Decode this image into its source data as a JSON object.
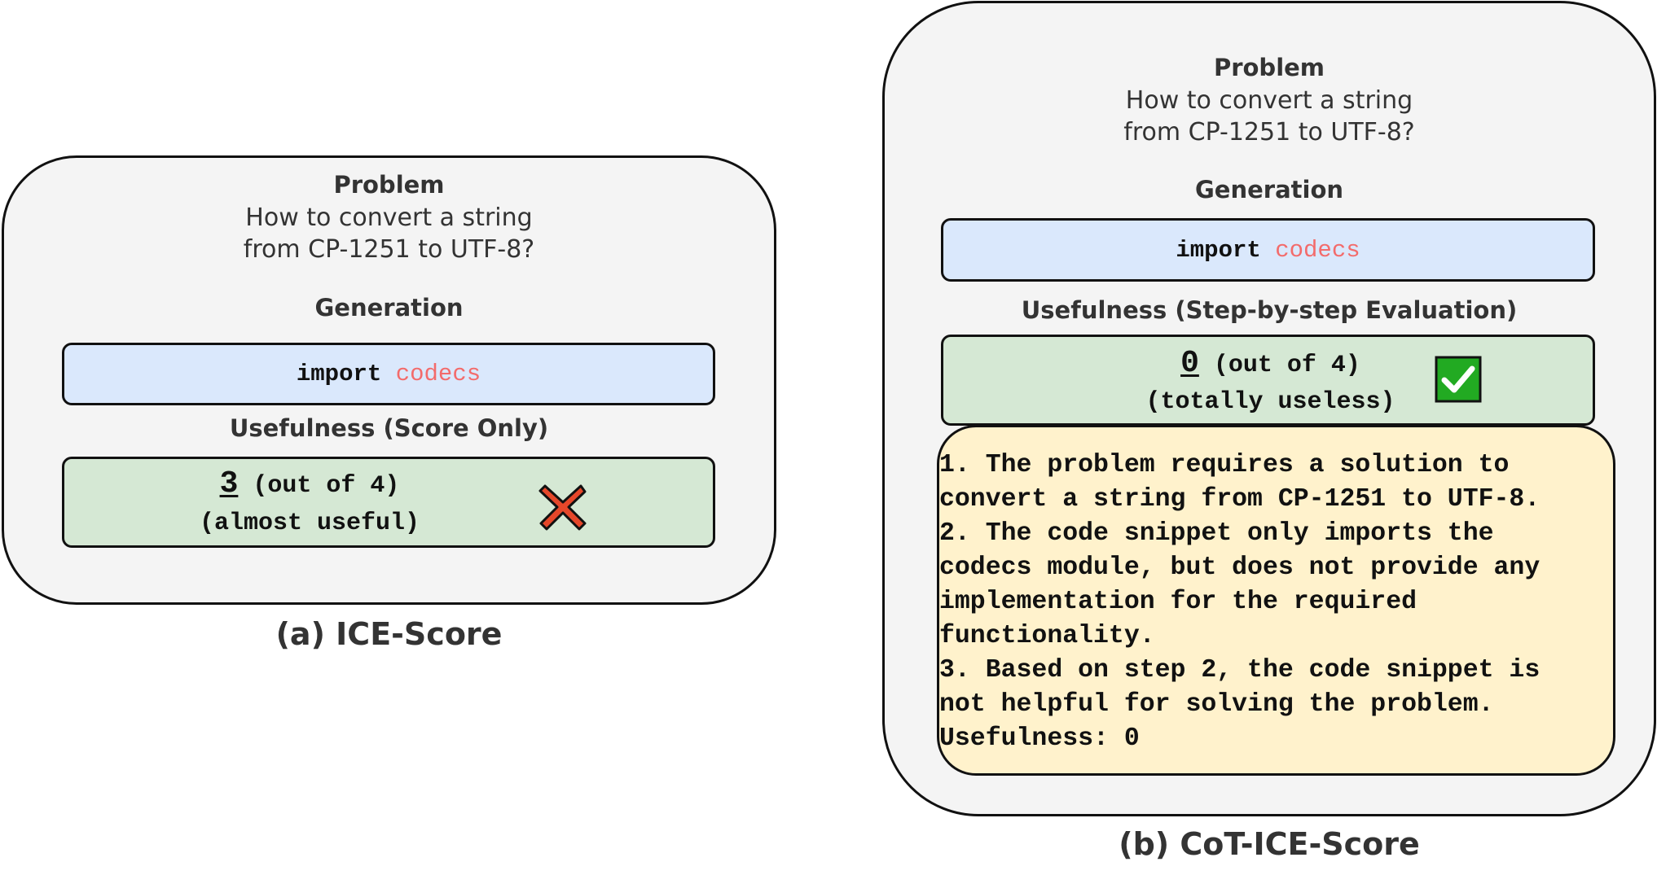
{
  "panel_a": {
    "problem_heading": "Problem",
    "problem_line1": "How to convert a string",
    "problem_line2": "from CP-1251 to UTF-8?",
    "generation_heading": "Generation",
    "code_keyword": "import",
    "code_module": "codecs",
    "usefulness_heading": "Usefulness (Score Only)",
    "score": "3",
    "score_suffix": "(out of 4)",
    "score_label": "(almost useful)",
    "verdict_icon": "red-cross-icon",
    "caption": "(a) ICE-Score"
  },
  "panel_b": {
    "problem_heading": "Problem",
    "problem_line1": "How to convert a string",
    "problem_line2": "from CP-1251 to UTF-8?",
    "generation_heading": "Generation",
    "code_keyword": "import",
    "code_module": "codecs",
    "usefulness_heading": "Usefulness (Step-by-step Evaluation)",
    "score": "0",
    "score_suffix": "(out of 4)",
    "score_label": "(totally useless)",
    "verdict_icon": "green-check-icon",
    "explanation_lines": [
      "1. The problem requires a solution to",
      "convert a string from CP-1251 to UTF-8.",
      "2. The code snippet only imports the",
      "codecs module, but does not provide any",
      "implementation for the required",
      "functionality.",
      "3. Based on step 2, the code snippet is",
      "not helpful for solving the problem.",
      "Usefulness: 0"
    ],
    "caption": "(b) CoT-ICE-Score"
  },
  "colors": {
    "panel_bg": "#f4f4f4",
    "code_bg": "#dae8fc",
    "score_bg": "#d5e8d4",
    "explanation_bg": "#fff2cc",
    "code_module": "#f36b6b",
    "cross": "#e5472a",
    "check": "#22aa22"
  }
}
